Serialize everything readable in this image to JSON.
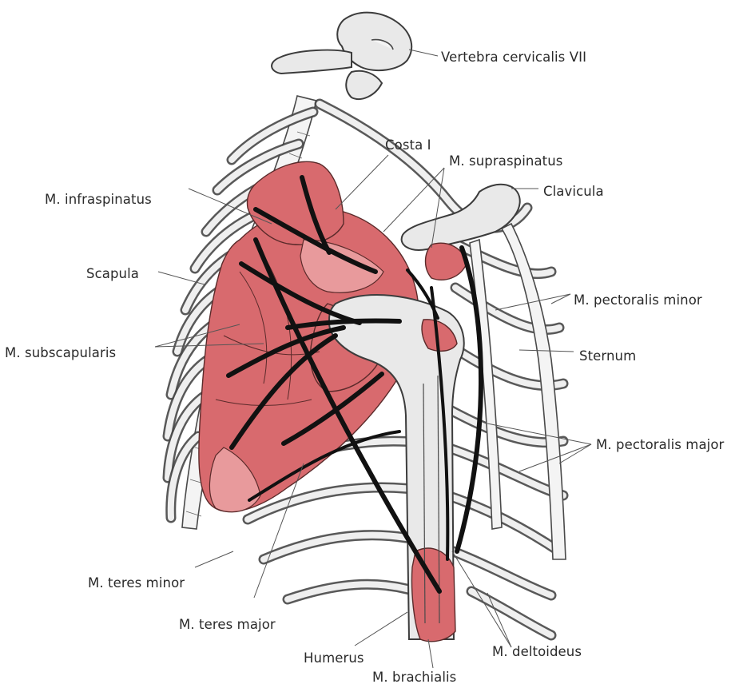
{
  "labels": {
    "vertebra": "Vertebra cervicalis VII",
    "costa": "Costa I",
    "supraspinatus": "M. supraspinatus",
    "clavicula": "Clavicula",
    "infraspinatus": "M. infraspinatus",
    "scapula": "Scapula",
    "pectoralis_minor": "M. pectoralis minor",
    "subscapularis": "M. subscapularis",
    "sternum": "Sternum",
    "pectoralis_major": "M. pectoralis major",
    "teres_minor": "M. teres minor",
    "teres_major": "M. teres major",
    "humerus": "Humerus",
    "deltoideus": "M. deltoideus",
    "brachialis": "M. brachialis"
  },
  "colors": {
    "muscle": "#d86a6e",
    "muscle_light": "#e89a9c",
    "bone": "#e9e9e9",
    "force_line": "#111111",
    "background": "#ffffff"
  }
}
